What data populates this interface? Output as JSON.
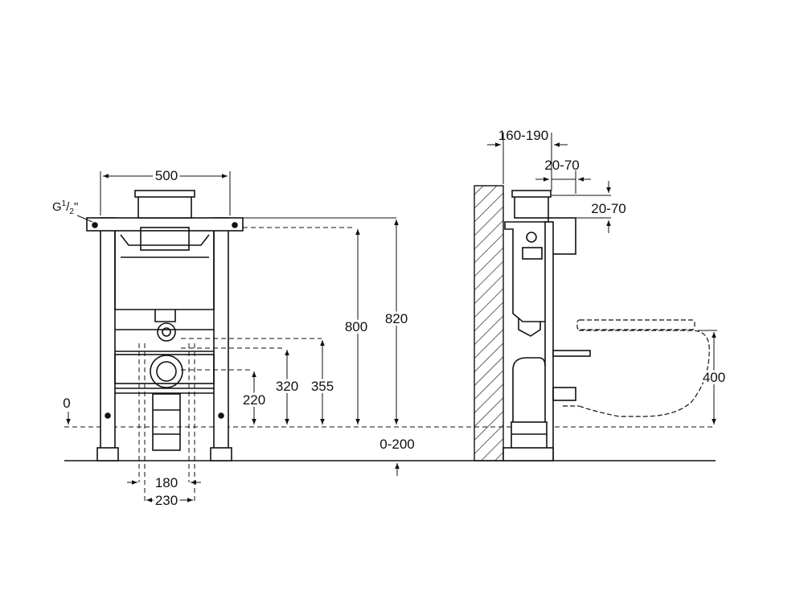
{
  "drawing": {
    "front_view": {
      "width_top": "500",
      "pipe_thread": "G",
      "pipe_thread_sup": "1",
      "pipe_thread_slash": "/",
      "pipe_thread_sub": "2",
      "pipe_thread_quote": "\"",
      "height_800": "800",
      "height_820": "820",
      "height_355": "355",
      "height_320": "320",
      "height_220": "220",
      "zero_level": "0",
      "floor_adjust": "0-200",
      "spacing_180": "180",
      "spacing_230": "230"
    },
    "side_view": {
      "depth": "160-190",
      "top_offset_h": "20-70",
      "top_offset_v": "20-70",
      "bowl_height": "400"
    }
  }
}
